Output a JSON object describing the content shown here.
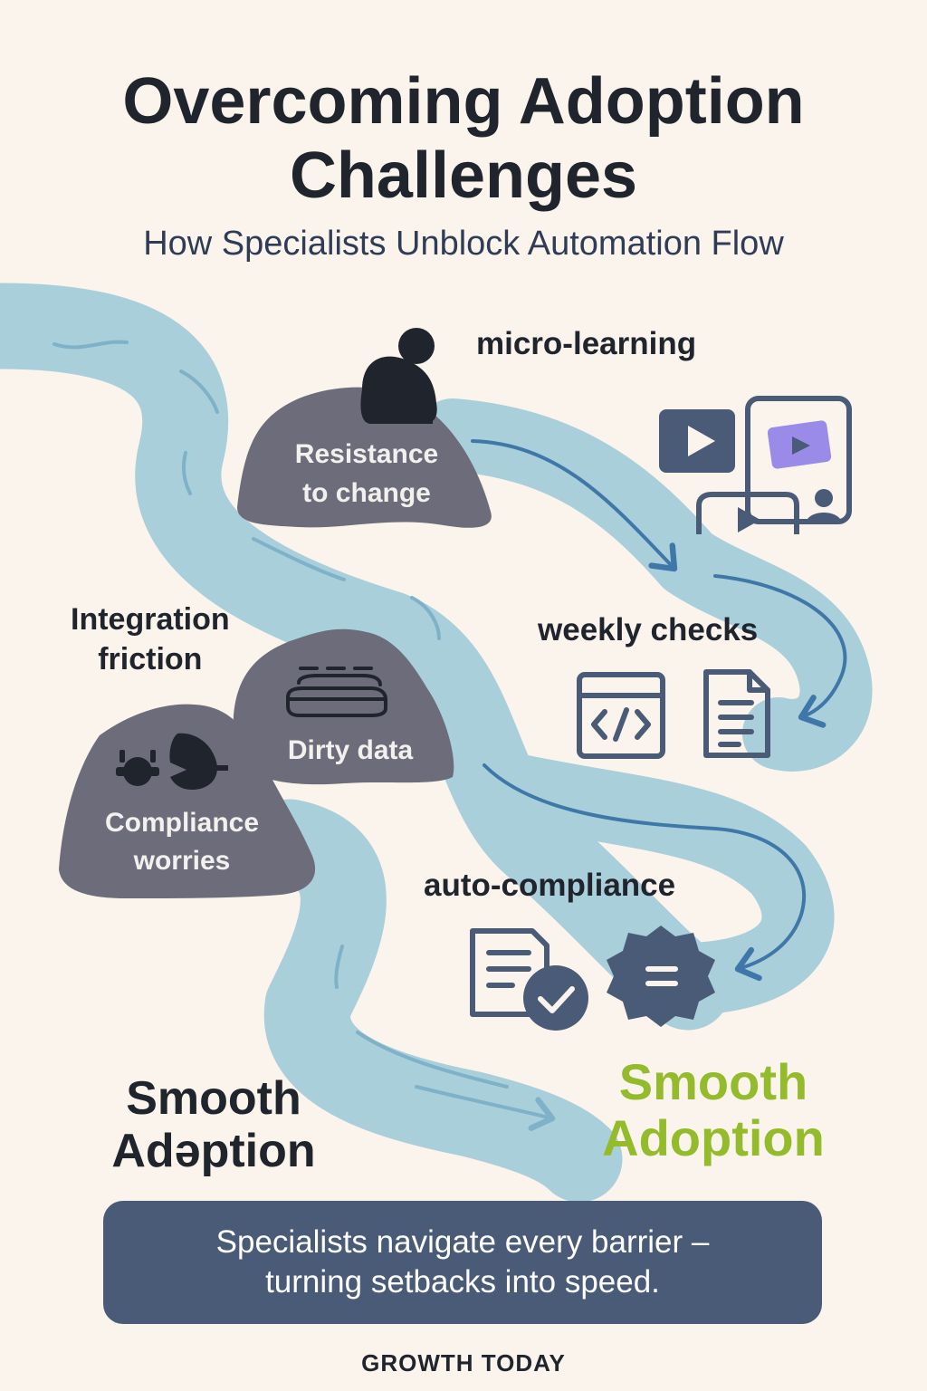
{
  "header": {
    "title_line1": "Overcoming Adoption",
    "title_line2": "Challenges",
    "subtitle": "How Specialists Unblock Automation Flow"
  },
  "obstacles": {
    "resistance": {
      "line1": "Resistance",
      "line2": "to change"
    },
    "integration": {
      "line1": "Integration",
      "line2": "friction"
    },
    "dirty_data": {
      "label": "Dirty data"
    },
    "compliance": {
      "line1": "Compliance",
      "line2": "worries"
    }
  },
  "solutions": {
    "micro_learning": {
      "label": "micro-learning",
      "icons": [
        "video-play-icon",
        "video-call-icon"
      ]
    },
    "weekly_checks": {
      "label": "weekly checks",
      "icons": [
        "code-window-icon",
        "document-icon"
      ]
    },
    "auto_compliance": {
      "label": "auto-compliance",
      "icons": [
        "checklist-approved-icon",
        "badge-icon"
      ]
    }
  },
  "outcome": {
    "left": {
      "line1": "Smooth",
      "line2": "Adəption"
    },
    "right": {
      "line1": "Smooth",
      "line2": "Adoption"
    }
  },
  "banner": {
    "line1": "Specialists navigate every barrier –",
    "line2": "turning setbacks into speed."
  },
  "footer": {
    "brand": "GROWTH TODAY"
  },
  "colors": {
    "background": "#fbf4ec",
    "river": "#a9cfdb",
    "arrow": "#3f78a8",
    "rock": "#6c6c7a",
    "text_dark": "#20242d",
    "accent_green": "#93bb2c",
    "banner": "#4a5b78",
    "icon_navy": "#4a5b78",
    "icon_purple": "#9b8be8"
  }
}
